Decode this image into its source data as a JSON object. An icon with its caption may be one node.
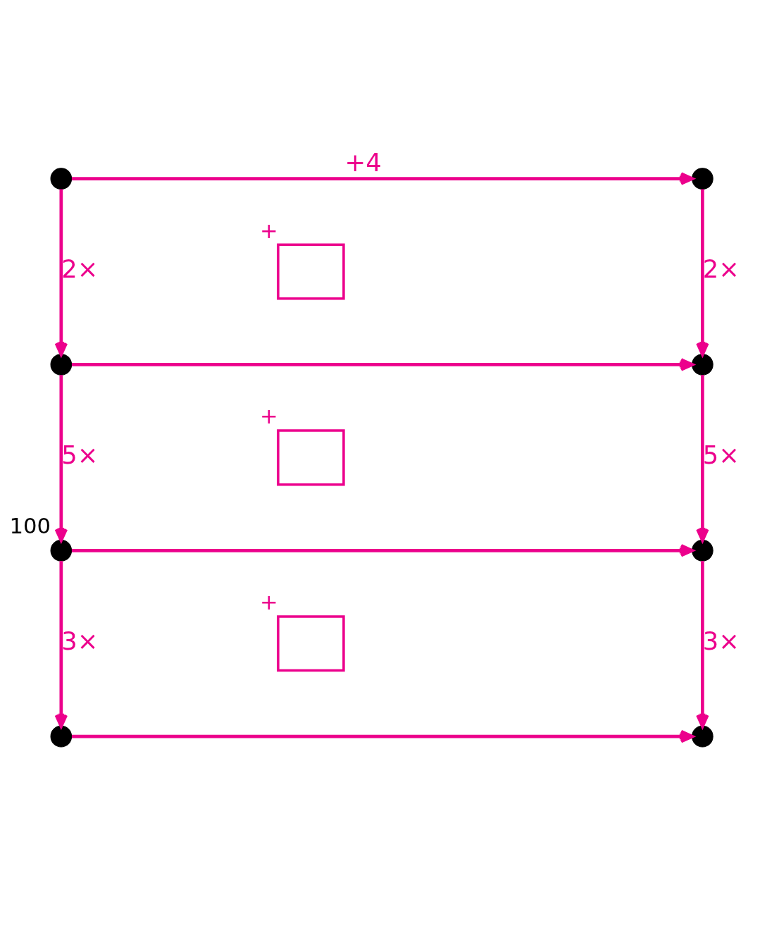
{
  "diagram": {
    "nodes": [
      {
        "text": [],
        "shape": "circle"
      },
      {
        "text": [],
        "shape": "circle"
      },
      {
        "text": [],
        "shape": "circle"
      },
      {
        "text": [],
        "shape": "circle"
      },
      {
        "text": [],
        "shape": "circle",
        "beside": [
          "100"
        ]
      },
      {
        "text": [],
        "shape": "circle"
      },
      {
        "text": [],
        "shape": "circle"
      },
      {
        "text": [],
        "shape": "circle"
      },
      {
        "text": [],
        "shape": "box",
        "beside": [
          "+"
        ]
      },
      {
        "text": [],
        "shape": "box",
        "beside": [
          "+"
        ]
      },
      {
        "text": [],
        "shape": "box",
        "beside": [
          "+"
        ]
      }
    ],
    "edges": [
      {
        "from": 0,
        "to": 1,
        "arrow": "to",
        "label": "+4"
      },
      {
        "from": 0,
        "to": 2,
        "arrow": "to",
        "label": "2×"
      },
      {
        "from": 1,
        "to": 3,
        "arrow": "to",
        "label": "2×"
      },
      {
        "from": 2,
        "to": 3,
        "arrow": "to"
      },
      {
        "from": 2,
        "to": 4,
        "arrow": "to",
        "label": "5×"
      },
      {
        "from": 3,
        "to": 5,
        "arrow": "to",
        "label": "5×"
      },
      {
        "from": 4,
        "to": 5,
        "arrow": "to"
      },
      {
        "from": 4,
        "to": 6,
        "arrow": "to",
        "label": "3×"
      },
      {
        "from": 5,
        "to": 7,
        "arrow": "to",
        "label": "3×"
      },
      {
        "from": 6,
        "to": 7,
        "arrow": "to"
      }
    ]
  }
}
